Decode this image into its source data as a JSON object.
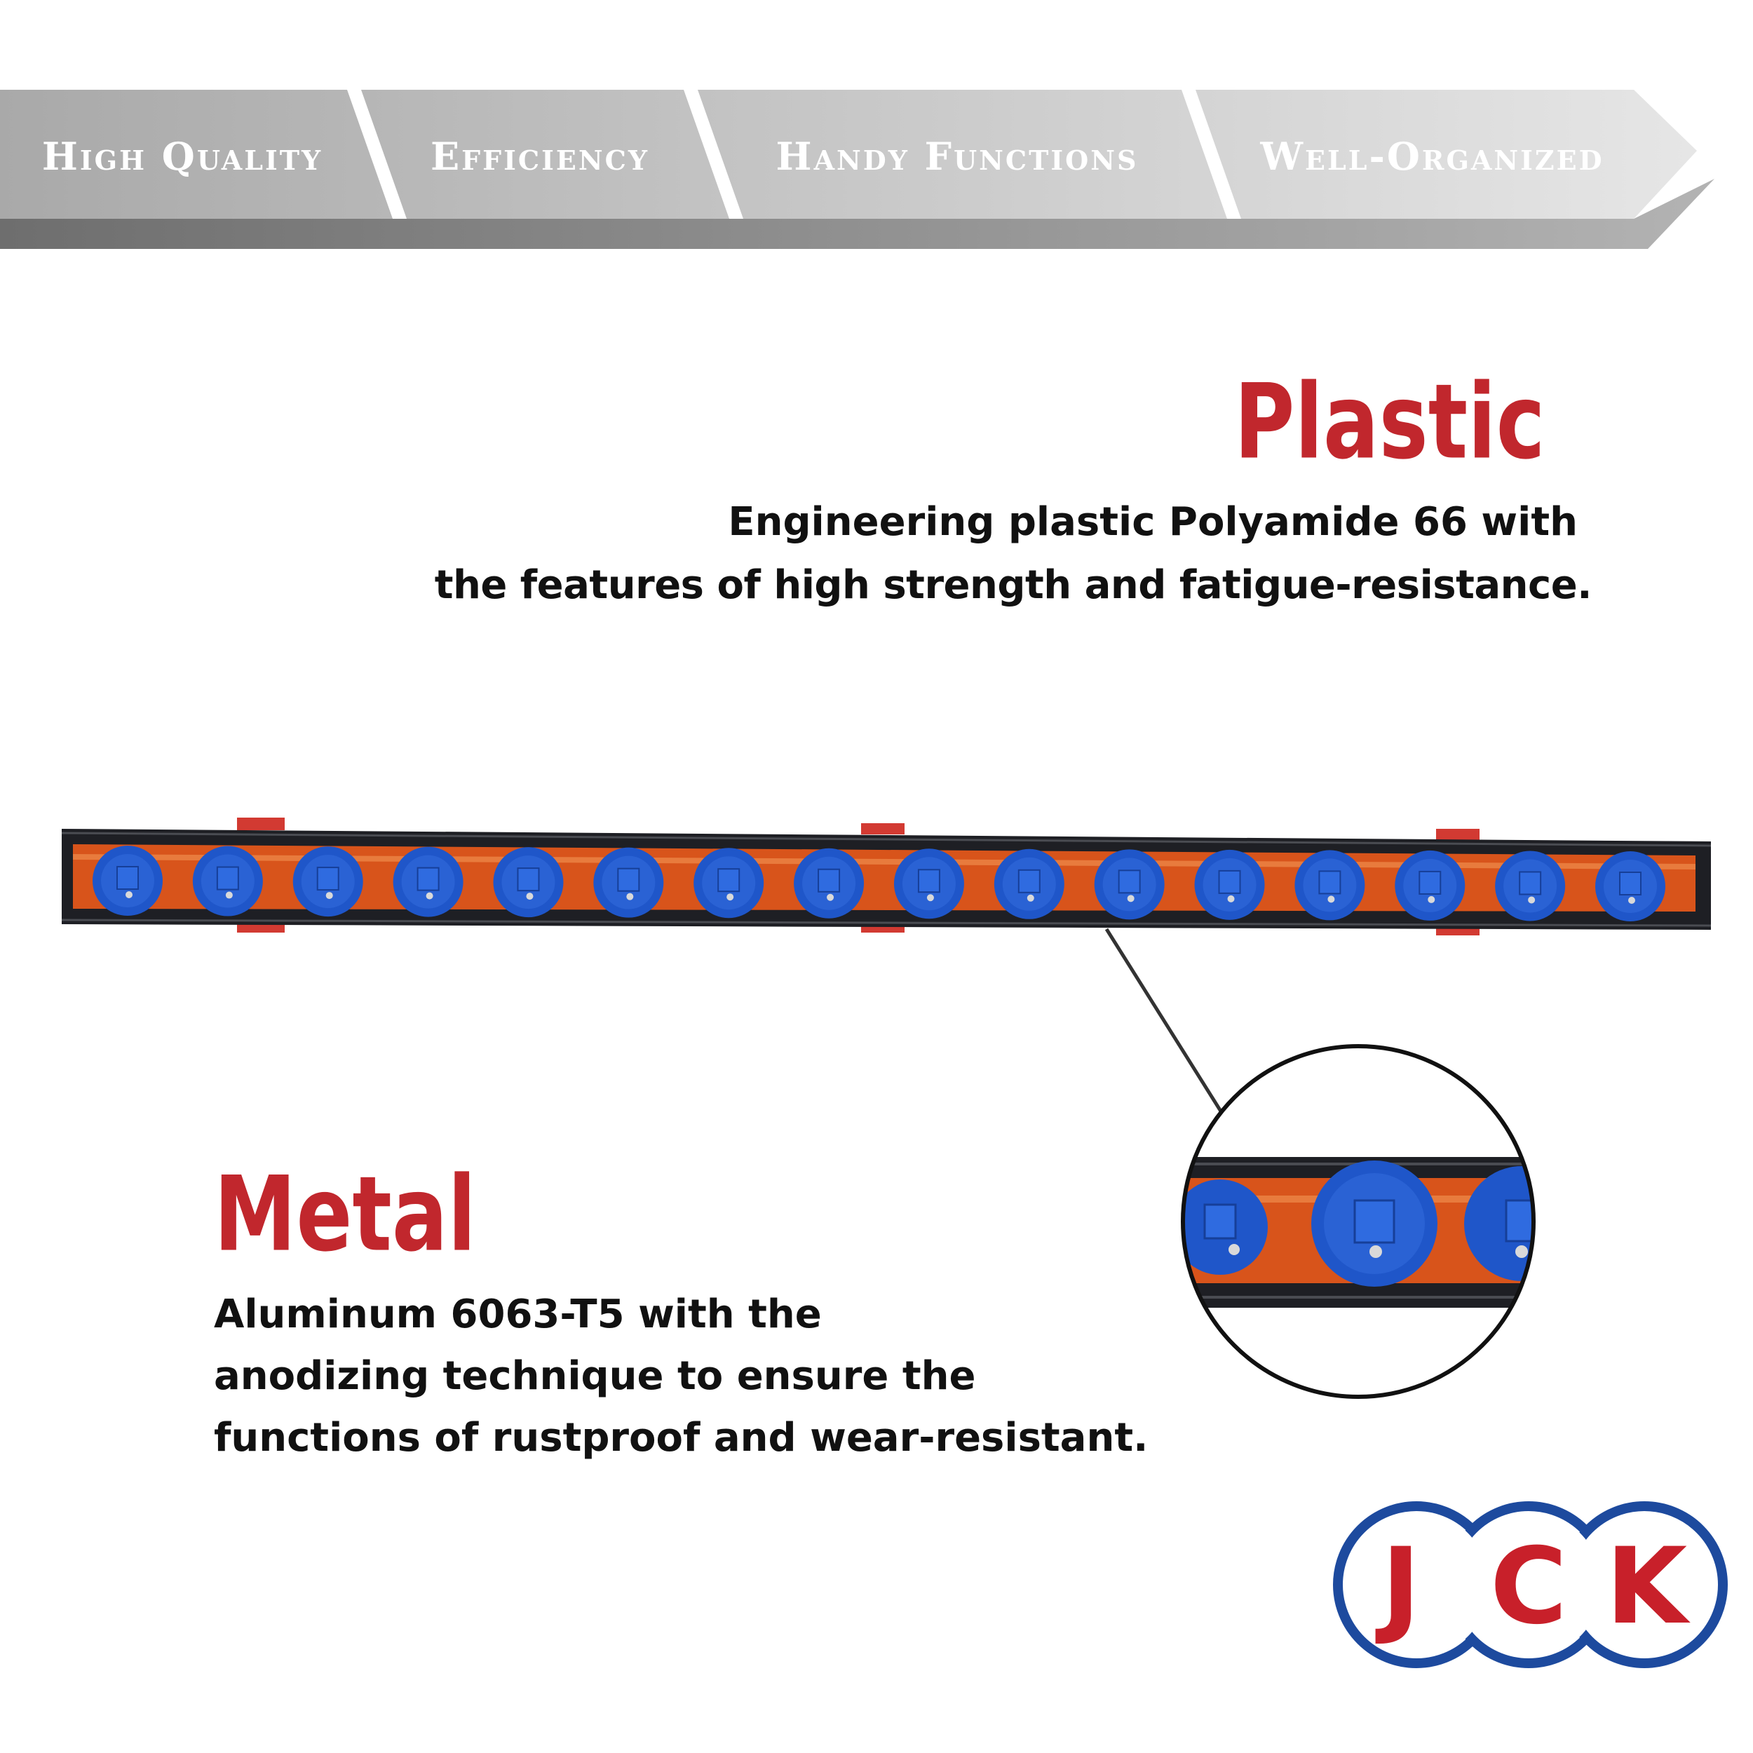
{
  "banner": {
    "items": [
      {
        "label": "High Quality"
      },
      {
        "label": "Efficiency"
      },
      {
        "label": "Handy Functions"
      },
      {
        "label": "Well-Organized"
      }
    ]
  },
  "plastic": {
    "title": "Plastic",
    "lines": [
      "Engineering plastic Polyamide 66 with",
      "the features of high strength and fatigue-resistance."
    ]
  },
  "metal": {
    "title": "Metal",
    "lines": [
      "Aluminum 6063-T5 with the",
      "anodizing technique to ensure the",
      "functions of rustproof and wear-resistant."
    ]
  },
  "product": {
    "socket_holder_count": 16,
    "colors": {
      "rail": "#1e1f24",
      "insert": "#d8541b",
      "clip": "#1f56c9",
      "accent_red": "#c1272d"
    }
  },
  "logo": {
    "letters": [
      "J",
      "C",
      "K"
    ],
    "colors": {
      "ring": "#1d4a9e",
      "letters": "#c8202a"
    }
  }
}
